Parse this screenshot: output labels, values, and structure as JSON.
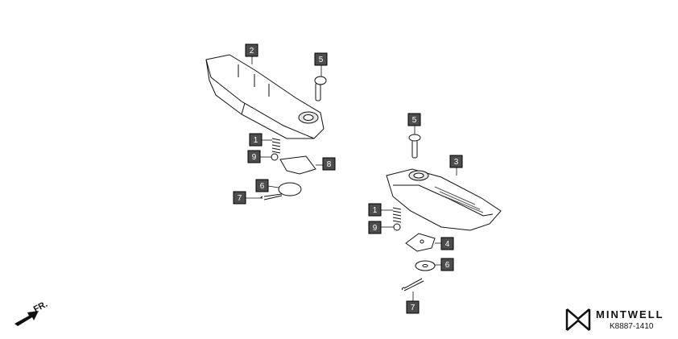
{
  "diagram": {
    "callouts": [
      "2",
      "5",
      "1",
      "9",
      "8",
      "6",
      "7",
      "5",
      "3",
      "1",
      "9",
      "4",
      "6",
      "7"
    ],
    "direction_label": "FR.",
    "brand_name": "MINTWELL",
    "diagram_code": "K8887-1410"
  }
}
